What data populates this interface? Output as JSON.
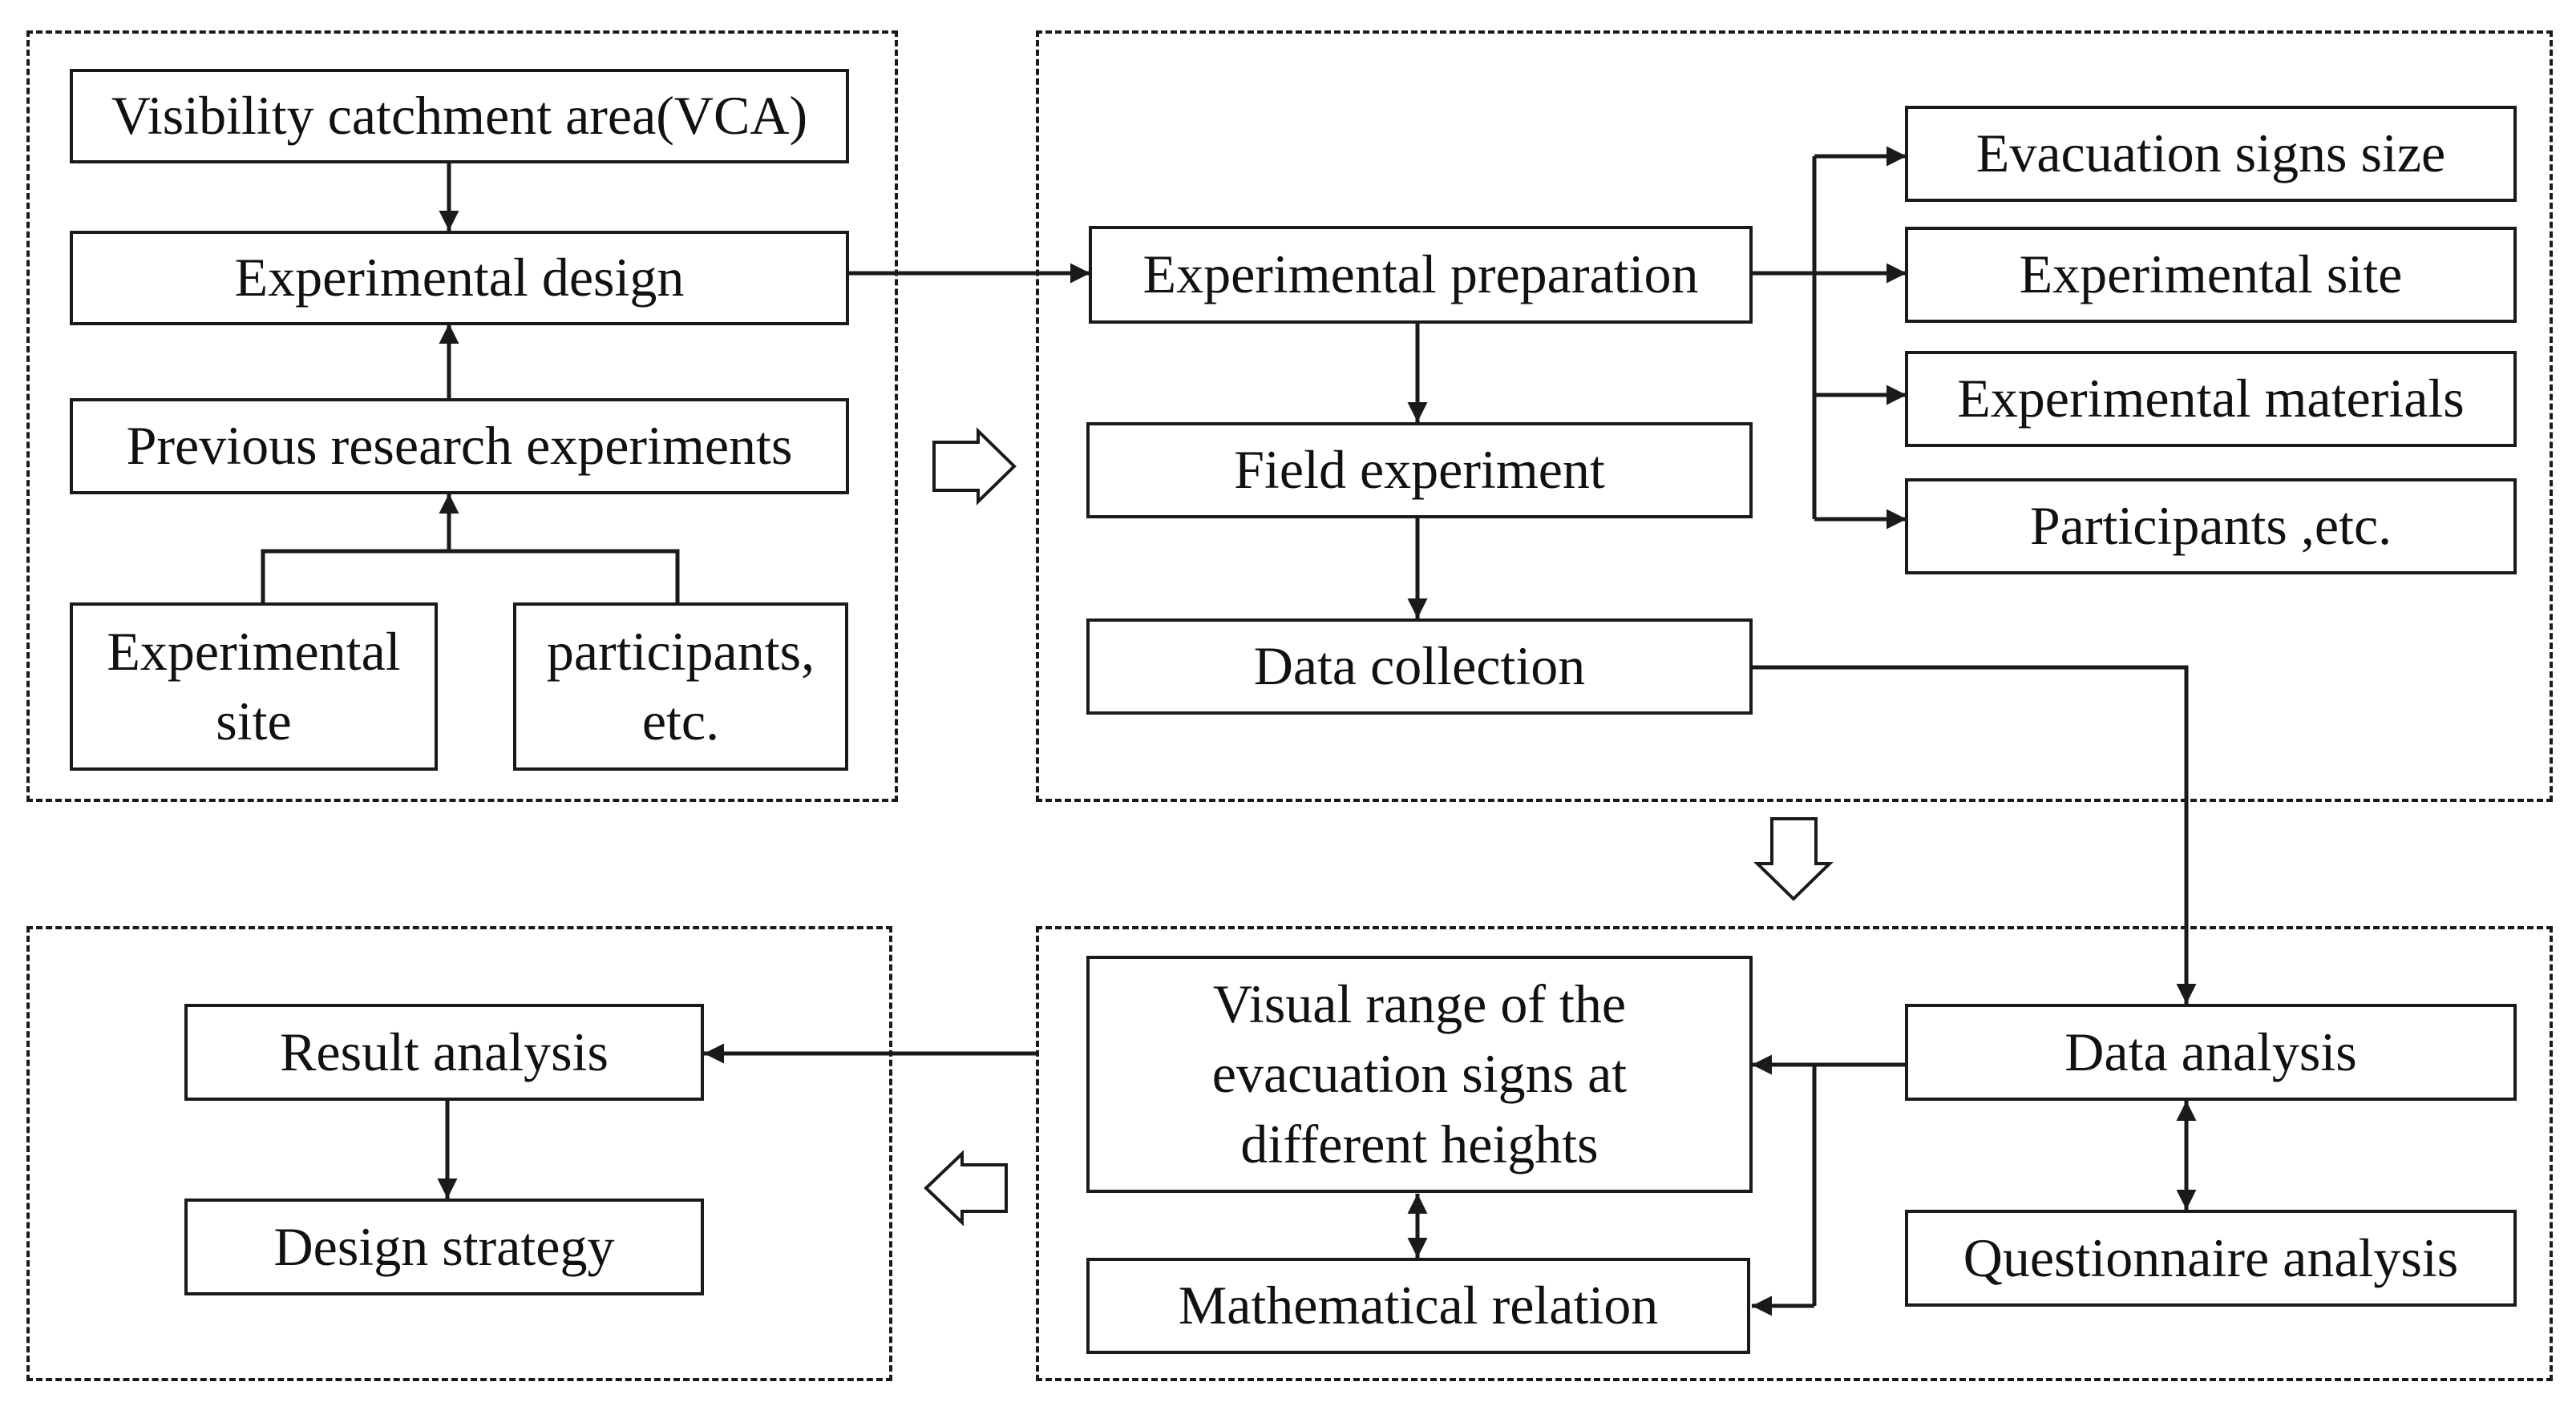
{
  "diagram": {
    "boxes": {
      "vca": "Visibility catchment area(VCA)",
      "experimental_design": "Experimental design",
      "previous_research": "Previous research experiments",
      "experimental_site_left": "Experimental\nsite",
      "participants_left": "participants,\netc.",
      "experimental_preparation": "Experimental preparation",
      "field_experiment": "Field experiment",
      "data_collection": "Data collection",
      "evacuation_signs_size": "Evacuation signs size",
      "experimental_site_right": "Experimental site",
      "experimental_materials": "Experimental materials",
      "participants_right": "Participants ,etc.",
      "visual_range": "Visual range of the\nevacuation signs at\ndifferent heights",
      "mathematical_relation": "Mathematical relation",
      "data_analysis": "Data analysis",
      "questionnaire_analysis": "Questionnaire analysis",
      "result_analysis": "Result analysis",
      "design_strategy": "Design strategy"
    },
    "colors": {
      "line": "#1a1a1a",
      "background": "#ffffff",
      "text": "#111111"
    }
  }
}
